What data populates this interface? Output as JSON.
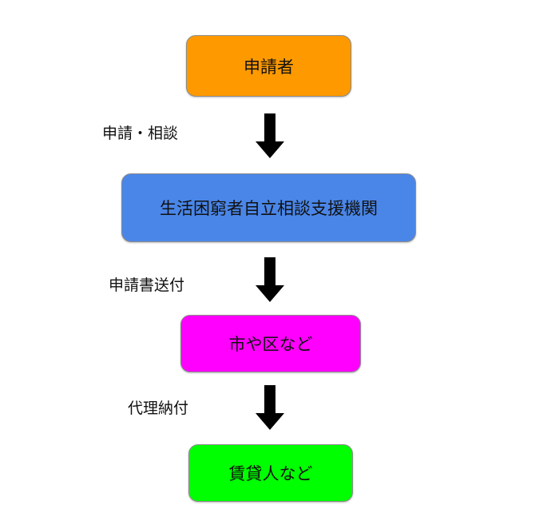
{
  "nodes": [
    {
      "label": "申請者",
      "color": "#FF9900"
    },
    {
      "label": "生活困窮者自立相談支援機関",
      "color": "#4A86E8"
    },
    {
      "label": "市や区など",
      "color": "#FF00FF"
    },
    {
      "label": "賃貸人など",
      "color": "#00FF00"
    }
  ],
  "edges": [
    {
      "from": 0,
      "to": 1,
      "label": "申請・相談"
    },
    {
      "from": 1,
      "to": 2,
      "label": "申請書送付"
    },
    {
      "from": 2,
      "to": 3,
      "label": "代理納付"
    }
  ],
  "arrow_color": "#000000"
}
